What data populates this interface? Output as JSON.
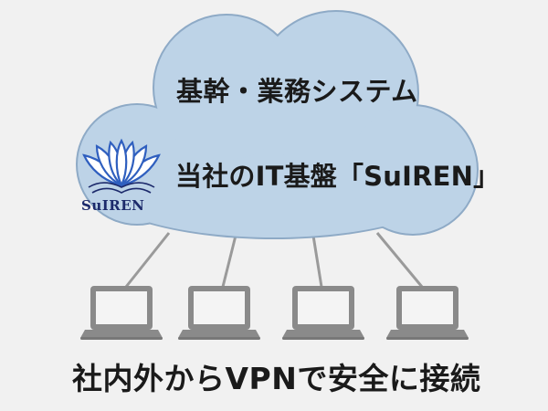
{
  "diagram": {
    "cloud_heading": "基幹・業務システム",
    "platform_label": "当社のIT基盤「SuIREN」",
    "access_caption": "社内外からVPNで安全に接続",
    "logo": {
      "wordmark": "SuIREN",
      "icon": "lotus-logo-icon"
    },
    "cloud": {
      "icon": "cloud-icon"
    },
    "terminals": [
      {
        "icon": "laptop-icon"
      },
      {
        "icon": "laptop-icon"
      },
      {
        "icon": "laptop-icon"
      },
      {
        "icon": "laptop-icon"
      }
    ],
    "colors": {
      "cloud_fill": "#bdd3e7",
      "cloud_stroke": "#8eaac6",
      "laptop_frame": "#8a8a8a",
      "laptop_screen": "#f4f4f4",
      "connector": "#9a9a9a",
      "logo_blue": "#2f5fbf",
      "logo_navy": "#1c2a6b"
    }
  }
}
